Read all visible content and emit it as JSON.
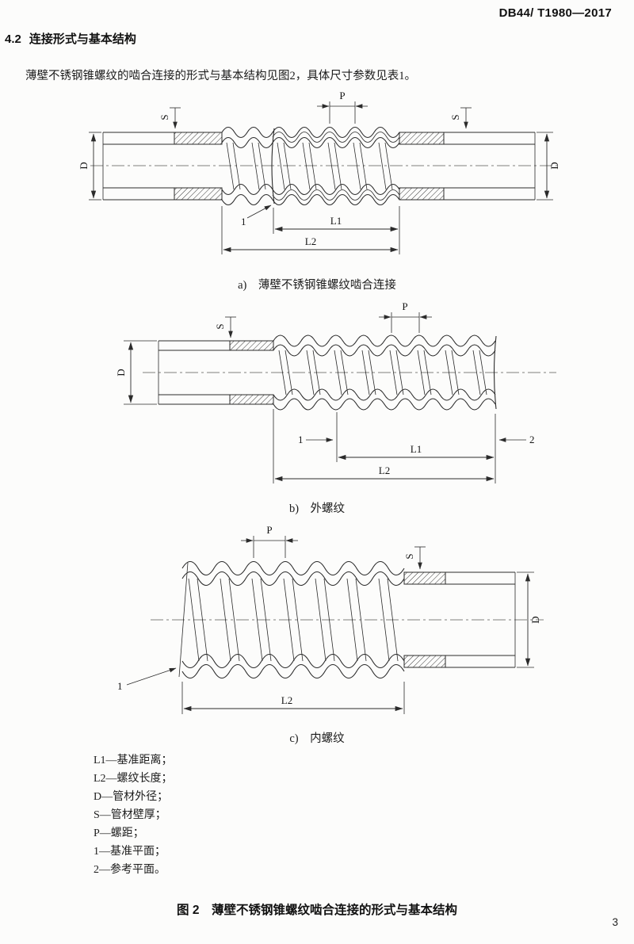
{
  "header": {
    "doc_number": "DB44/ T1980—2017"
  },
  "section": {
    "number": "4.2",
    "title": "连接形式与基本结构"
  },
  "intro": "薄壁不锈钢锥螺纹的啮合连接的形式与基本结构见图2，具体尺寸参数见表1。",
  "dims": {
    "S": "S",
    "P": "P",
    "D": "D",
    "L1": "L1",
    "L2": "L2",
    "ref1": "1",
    "ref2": "2"
  },
  "figures": {
    "a": {
      "caption": "a)　薄壁不锈钢锥螺纹啮合连接"
    },
    "b": {
      "caption": "b)　外螺纹"
    },
    "c": {
      "caption": "c)　内螺纹"
    }
  },
  "legend": [
    "L1—基准距离；",
    "L2—螺纹长度；",
    "D—管材外径；",
    "S—管材壁厚；",
    "P—螺距；",
    "1—基准平面；",
    "2—参考平面。"
  ],
  "figure_caption": "图 2　薄壁不锈钢锥螺纹啮合连接的形式与基本结构",
  "page": {
    "number": "3"
  }
}
